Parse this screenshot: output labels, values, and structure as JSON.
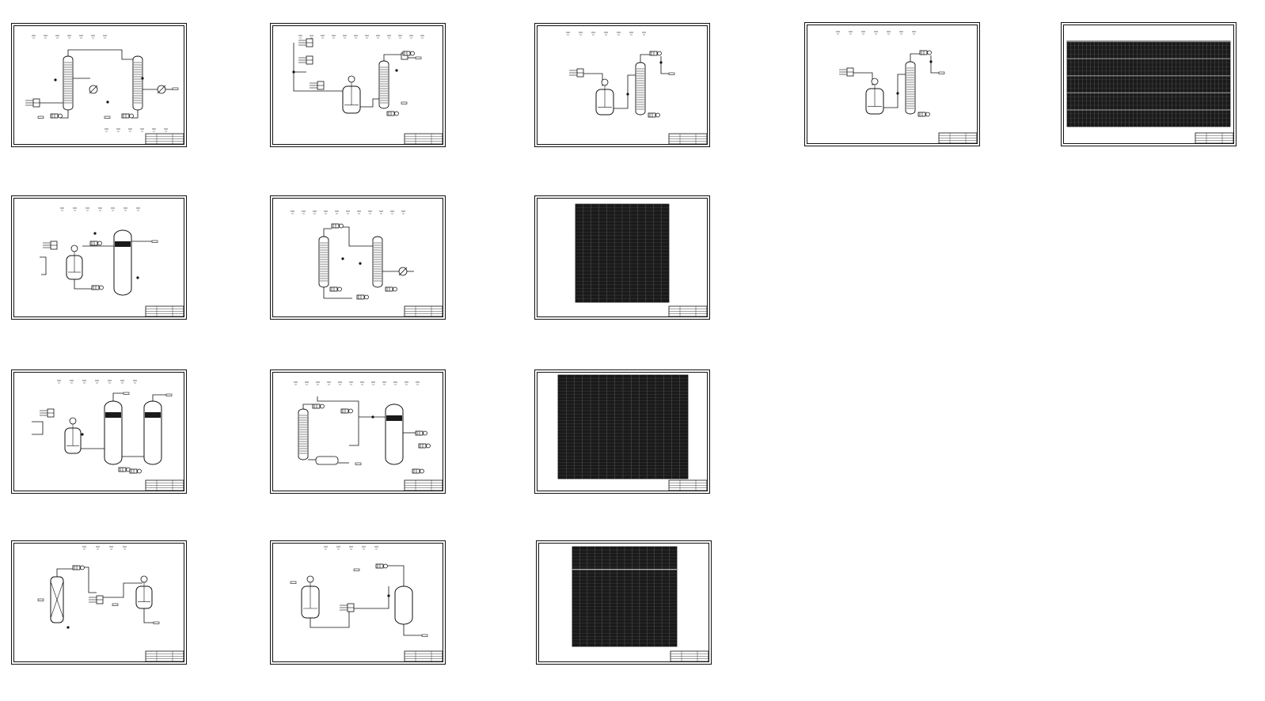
{
  "sheets": [
    {
      "id": "s01",
      "row": 0,
      "col": 0,
      "kind": "process",
      "variant": "two-columns-heat-exchangers"
    },
    {
      "id": "s02",
      "row": 0,
      "col": 1,
      "kind": "process",
      "variant": "reactor-column-pumps"
    },
    {
      "id": "s03",
      "row": 0,
      "col": 2,
      "kind": "process",
      "variant": "reactor-column"
    },
    {
      "id": "s04",
      "row": 0,
      "col": 3,
      "kind": "process",
      "variant": "reactor-column"
    },
    {
      "id": "s05",
      "row": 0,
      "col": 4,
      "kind": "table",
      "variant": "wide-banded-table"
    },
    {
      "id": "s06",
      "row": 1,
      "col": 0,
      "kind": "process",
      "variant": "reactor-packed-vessel"
    },
    {
      "id": "s07",
      "row": 1,
      "col": 1,
      "kind": "process",
      "variant": "two-columns"
    },
    {
      "id": "s08",
      "row": 1,
      "col": 2,
      "kind": "table",
      "variant": "square-grid-table"
    },
    {
      "id": "s09",
      "row": 2,
      "col": 0,
      "kind": "process",
      "variant": "reactor-two-packed-vessels"
    },
    {
      "id": "s10",
      "row": 2,
      "col": 1,
      "kind": "process",
      "variant": "column-exchanger-vessel"
    },
    {
      "id": "s11",
      "row": 2,
      "col": 2,
      "kind": "table",
      "variant": "large-grid-table"
    },
    {
      "id": "s12",
      "row": 3,
      "col": 0,
      "kind": "process",
      "variant": "catalytic-bed-reactor"
    },
    {
      "id": "s13",
      "row": 3,
      "col": 1,
      "kind": "process",
      "variant": "reactor-and-tank"
    },
    {
      "id": "s14",
      "row": 3,
      "col": 2,
      "kind": "table",
      "variant": "split-grid-table"
    }
  ],
  "colors": {
    "line": "#111111",
    "fill_dark": "#1a1a1a",
    "paper": "#ffffff"
  }
}
